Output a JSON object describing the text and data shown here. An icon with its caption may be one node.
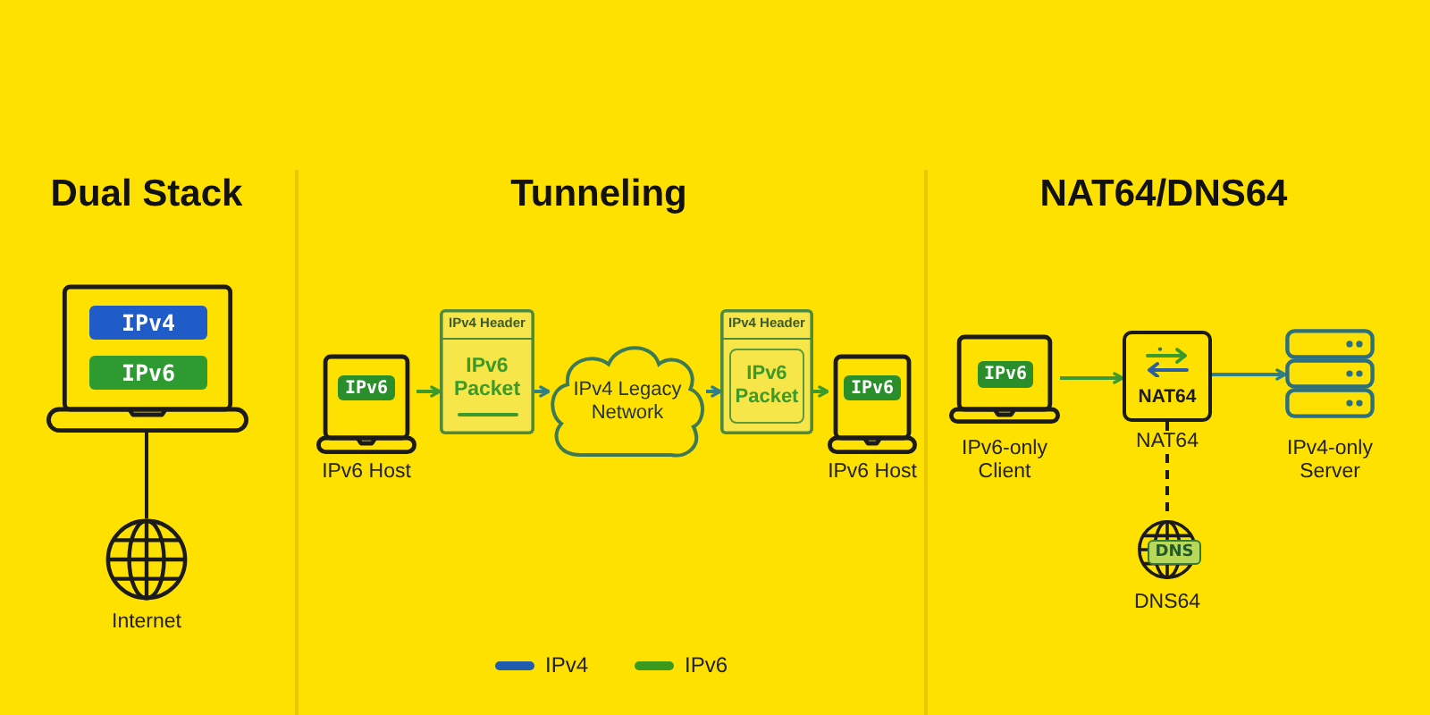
{
  "diagram": {
    "nodes": [
      {
        "text": [],
        "shape": "laptop"
      },
      {
        "text": [
          "IPv4"
        ],
        "in": 0
      },
      {
        "text": [
          "IPv6"
        ],
        "in": 0
      },
      {
        "text": [],
        "shape": "globe",
        "beside": [
          "Internet"
        ]
      },
      {
        "text": [],
        "shape": "laptop",
        "beside": [
          "IPv6 Host"
        ]
      },
      {
        "text": [
          "IPv6"
        ],
        "in": 4
      },
      {
        "text": [
          "IPv4 Header",
          "IPv6 Packet"
        ]
      },
      {
        "text": [
          "IPv4 Legacy Network"
        ]
      },
      {
        "text": [
          "IPv4 Header"
        ]
      },
      {
        "text": [
          "IPv6 Packet"
        ],
        "in": 8
      },
      {
        "text": [],
        "shape": "laptop",
        "beside": [
          "IPv6 Host"
        ]
      },
      {
        "text": [
          "IPv6"
        ],
        "in": 10
      },
      {
        "text": [],
        "shape": "laptop",
        "beside": [
          "IPv6-only Client"
        ]
      },
      {
        "text": [
          "IPv6"
        ],
        "in": 12
      },
      {
        "text": [
          "NAT64"
        ],
        "beside": [
          "NAT64"
        ]
      },
      {
        "text": [],
        "shape": "server",
        "beside": [
          "IPv4-only Server"
        ]
      },
      {
        "text": [],
        "shape": "globe",
        "beside": [
          "DNS64"
        ]
      },
      {
        "text": [
          "DNS"
        ],
        "in": 16
      }
    ],
    "edges": [
      {
        "from": 0,
        "to": 3,
        "arrow": "none",
        "color": "#1b1b1b"
      },
      {
        "from": 4,
        "to": 6,
        "arrow": "to",
        "color": "#3c9a2c"
      },
      {
        "from": 6,
        "to": 7,
        "arrow": "to",
        "color": "#2f7f86"
      },
      {
        "from": 7,
        "to": 8,
        "arrow": "to",
        "color": "#2f7f86"
      },
      {
        "from": 8,
        "to": 10,
        "arrow": "to",
        "color": "#3c9a2c"
      },
      {
        "from": 12,
        "to": 14,
        "arrow": "to",
        "color": "#3c9a2c"
      },
      {
        "from": 14,
        "to": 15,
        "arrow": "to",
        "color": "#2f7f86"
      },
      {
        "from": 14,
        "to": 16,
        "arrow": "none",
        "style": "dashed",
        "color": "#1b1b1b"
      }
    ],
    "labels": [
      "Dual Stack",
      "Tunneling",
      "NAT64/DNS64"
    ],
    "legend": [
      {
        "text": "IPv4",
        "color": "#1f5cb0"
      },
      {
        "text": "IPv6",
        "color": "#3a9a1e"
      }
    ]
  }
}
